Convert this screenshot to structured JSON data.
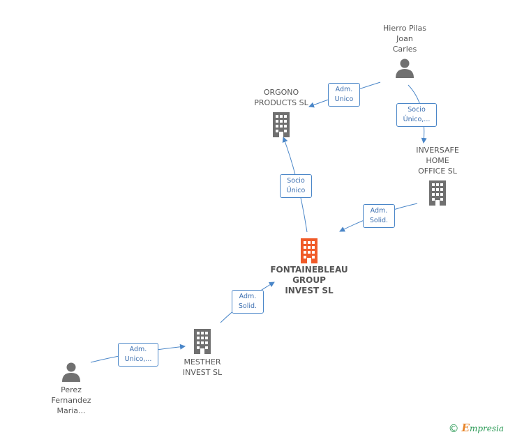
{
  "nodes": {
    "hierro": {
      "label": "Hierro Pilas\nJoan\nCarles",
      "kind": "person"
    },
    "orgono": {
      "label": "ORGONO\nPRODUCTS SL",
      "kind": "company"
    },
    "inversafe": {
      "label": "INVERSAFE\nHOME\nOFFICE SL",
      "kind": "company"
    },
    "fontainebleau": {
      "label": "FONTAINEBLEAU\nGROUP\nINVEST SL",
      "kind": "company-main"
    },
    "mesther": {
      "label": "MESTHER\nINVEST SL",
      "kind": "company"
    },
    "perez": {
      "label": "Perez\nFernandez\nMaria...",
      "kind": "person"
    }
  },
  "edges": [
    {
      "id": "e1",
      "label": "Adm.\nUnico"
    },
    {
      "id": "e2",
      "label": "Socio\nÚnico,..."
    },
    {
      "id": "e3",
      "label": "Socio\nÚnico"
    },
    {
      "id": "e4",
      "label": "Adm.\nSolid."
    },
    {
      "id": "e5",
      "label": "Adm.\nSolid."
    },
    {
      "id": "e6",
      "label": "Adm.\nUnico,..."
    }
  ],
  "footer": {
    "copyright": "©",
    "brand_initial": "E",
    "brand_rest": "mpresia"
  },
  "colors": {
    "edge": "#4a86c8",
    "node_icon": "#707070",
    "main_icon": "#f05a28"
  }
}
